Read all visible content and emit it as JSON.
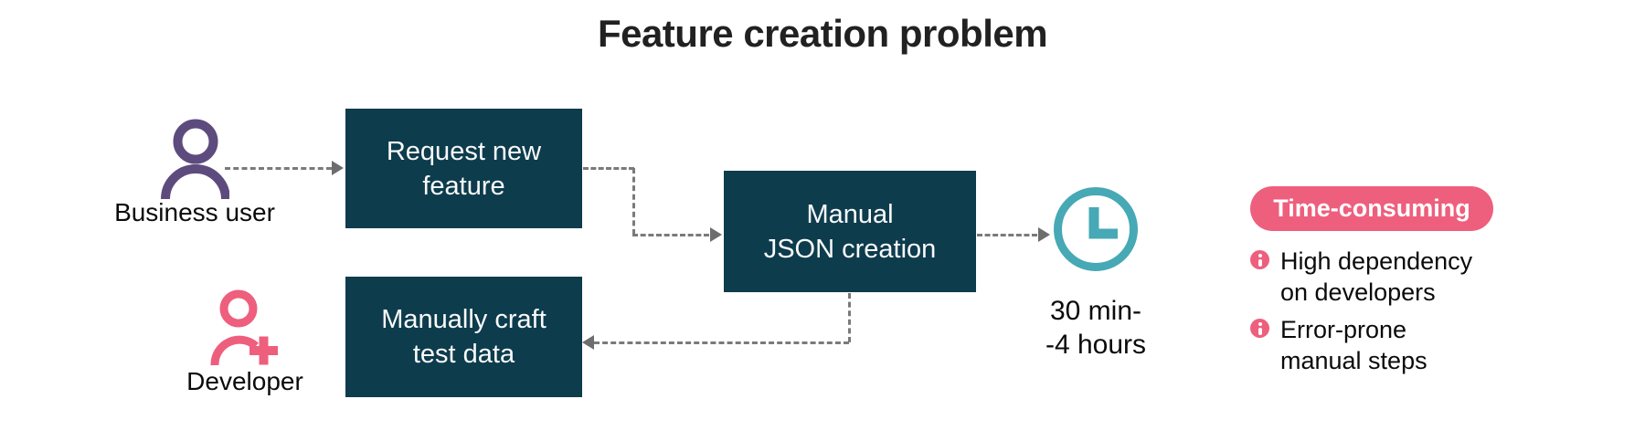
{
  "title": "Feature creation problem",
  "colors": {
    "box": "#0d3c4d",
    "purple": "#5e4b7e",
    "pink": "#ee5f7d",
    "teal": "#46a9b5",
    "arrow": "#7a7a7a",
    "text": "#111111",
    "box_text": "#fafafa"
  },
  "actors": {
    "business_user": {
      "label": "Business user",
      "icon": "person-icon"
    },
    "developer": {
      "label": "Developer",
      "icon": "person-plus-icon"
    }
  },
  "steps": {
    "request_feature": {
      "lines": [
        "Request new",
        "feature"
      ]
    },
    "craft_test_data": {
      "lines": [
        "Manually craft",
        "test data"
      ]
    },
    "json_creation": {
      "lines": [
        "Manual",
        "JSON creation"
      ]
    }
  },
  "duration": {
    "icon": "clock-icon",
    "lines": [
      "30 min-",
      "-4 hours"
    ]
  },
  "callout": {
    "badge": "Time-consuming",
    "items": [
      {
        "icon": "alert-icon",
        "lines": [
          "High dependency",
          "on developers"
        ]
      },
      {
        "icon": "alert-icon",
        "lines": [
          "Error-prone",
          "manual steps"
        ]
      }
    ]
  }
}
